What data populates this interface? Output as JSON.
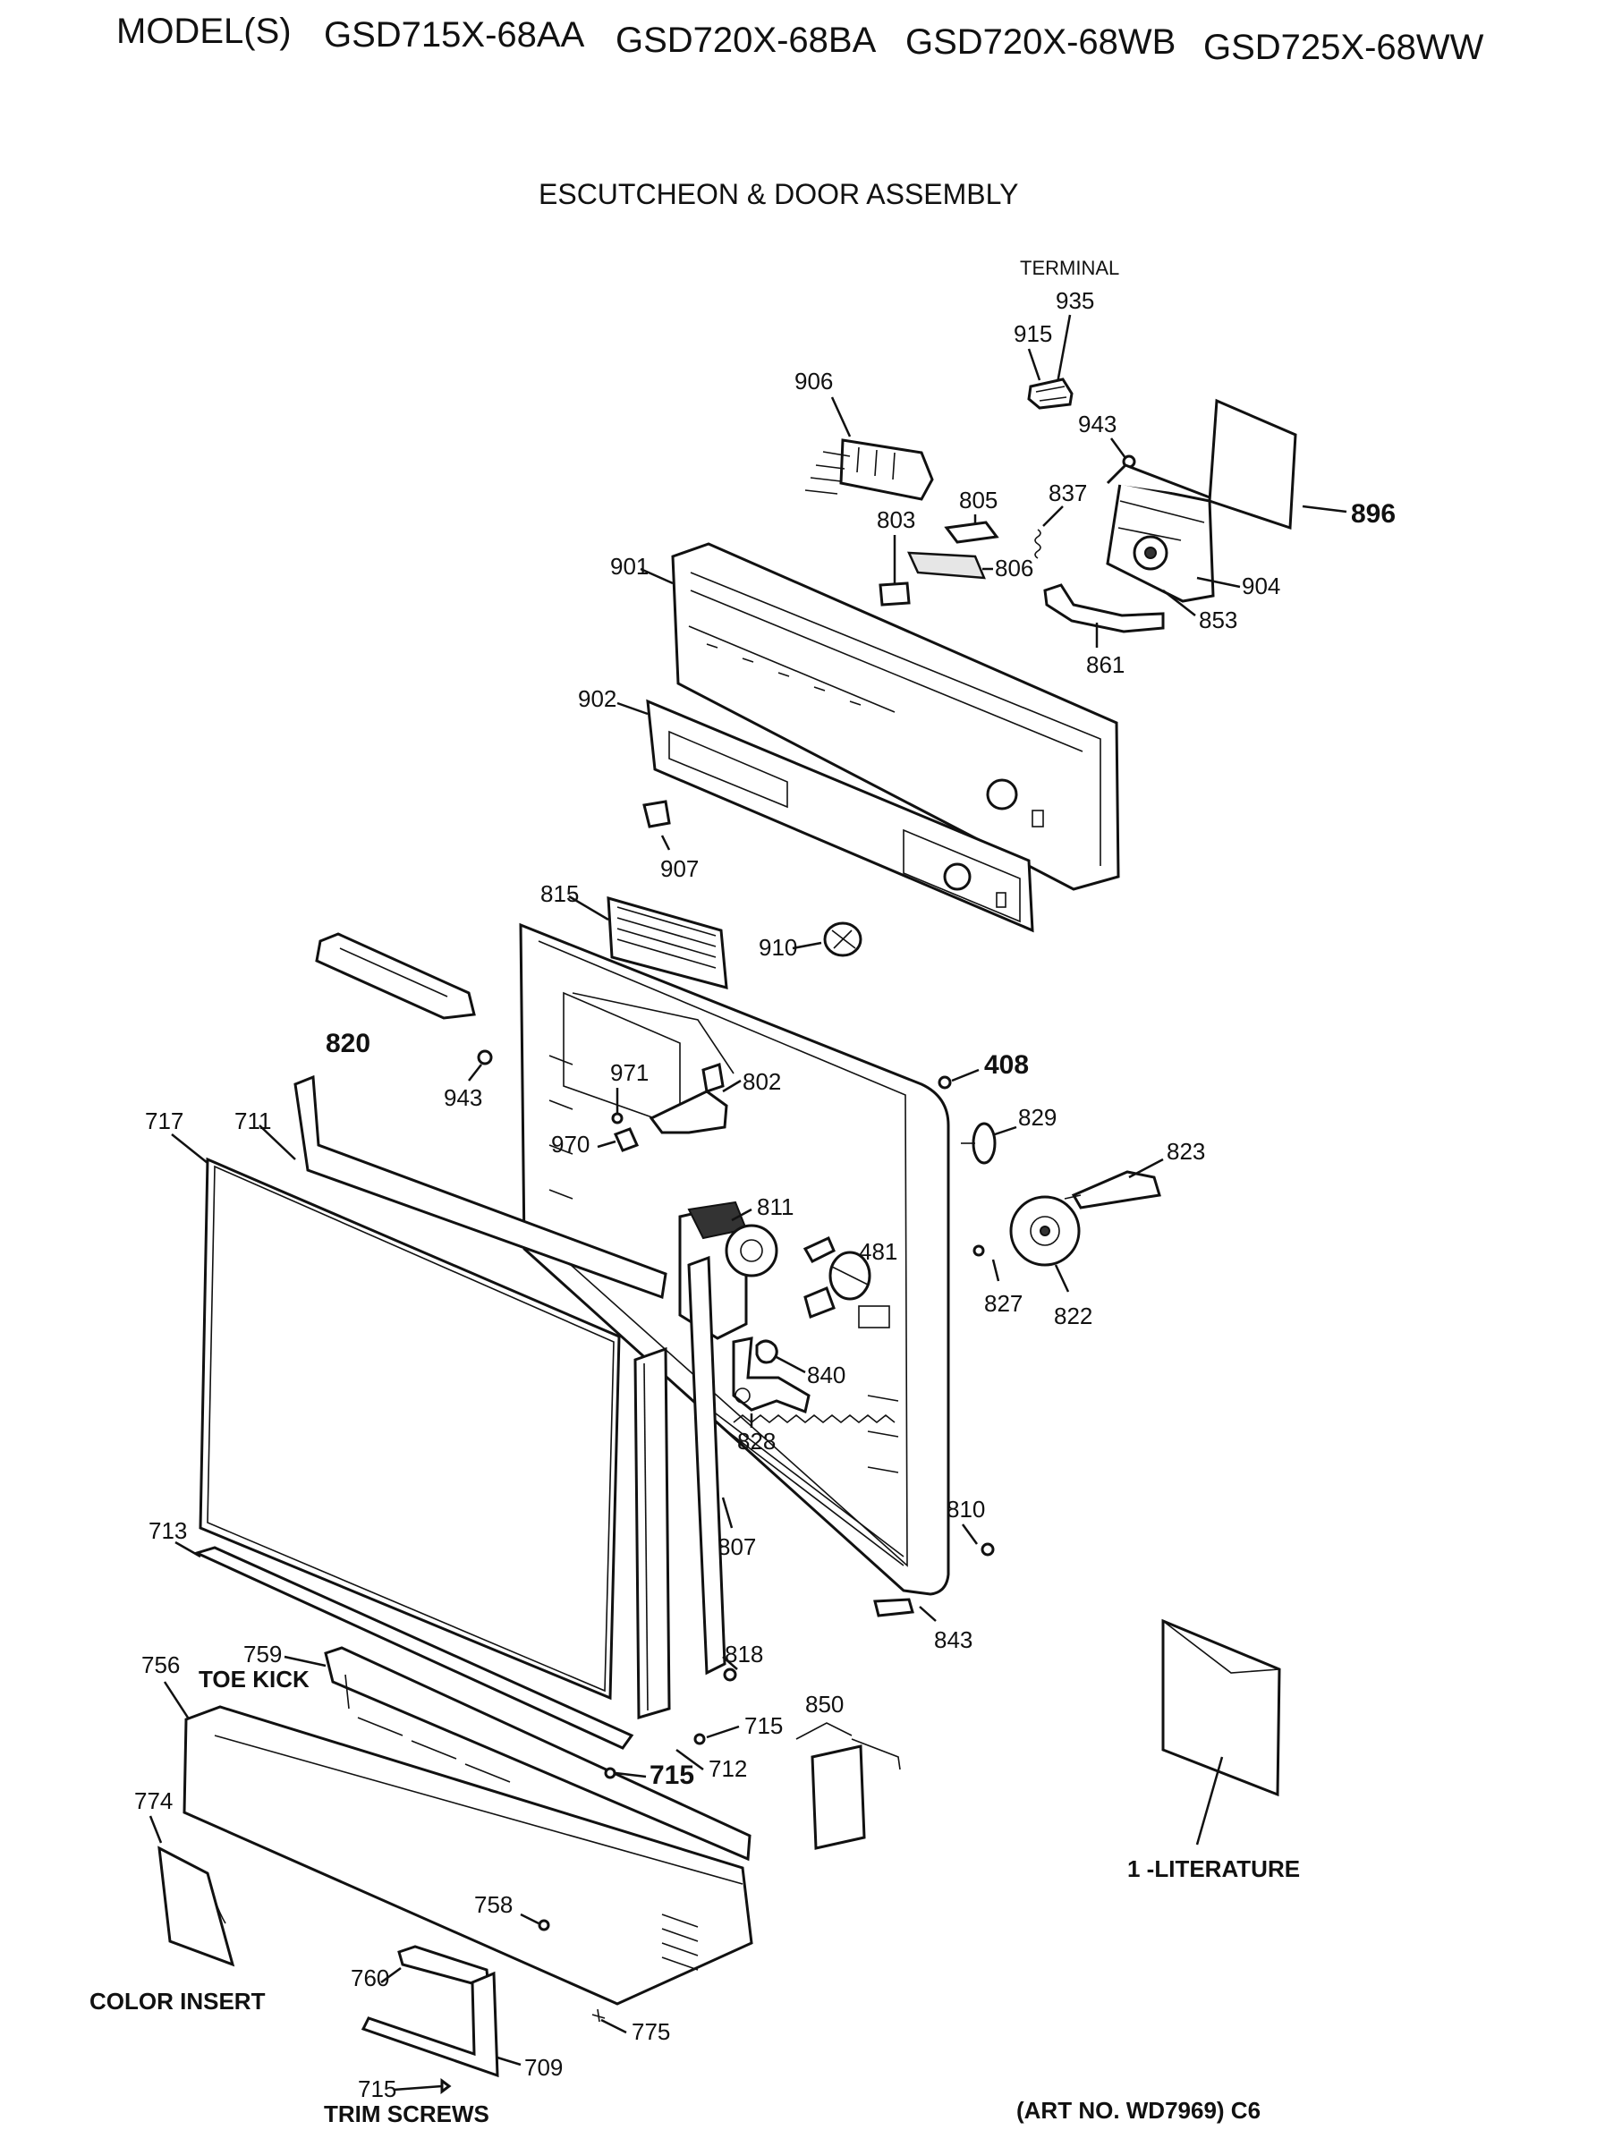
{
  "header": {
    "models_label": "MODEL(S)",
    "models": [
      "GSD715X-68AA",
      "GSD720X-68BA",
      "GSD720X-68WB",
      "GSD725X-68WW"
    ]
  },
  "title": "ESCUTCHEON & DOOR ASSEMBLY",
  "art_number": "(ART NO. WD7969) C6",
  "labels": {
    "terminal": "TERMINAL",
    "toe_kick": "TOE KICK",
    "color_insert": "COLOR INSERT",
    "literature": "1 -LITERATURE",
    "trim_screws": "TRIM SCREWS"
  },
  "parts": {
    "p935": "935",
    "p915": "915",
    "p906": "906",
    "p943a": "943",
    "p896": "896",
    "p837": "837",
    "p805": "805",
    "p803": "803",
    "p806": "806",
    "p901": "901",
    "p904": "904",
    "p853": "853",
    "p861": "861",
    "p902": "902",
    "p907": "907",
    "p815": "815",
    "p910": "910",
    "p820": "820",
    "p943b": "943",
    "p408": "408",
    "p971": "971",
    "p802": "802",
    "p829": "829",
    "p823": "823",
    "p717": "717",
    "p711": "711",
    "p970": "970",
    "p811": "811",
    "p481": "481",
    "p827": "827",
    "p822": "822",
    "p840": "840",
    "p828": "828",
    "p810": "810",
    "p713": "713",
    "p807": "807",
    "p843": "843",
    "p759": "759",
    "p818": "818",
    "p756": "756",
    "p850": "850",
    "p715a": "715",
    "p712": "712",
    "p715b": "715",
    "p774": "774",
    "p758": "758",
    "p760": "760",
    "p775": "775",
    "p709": "709",
    "p715c": "715"
  }
}
